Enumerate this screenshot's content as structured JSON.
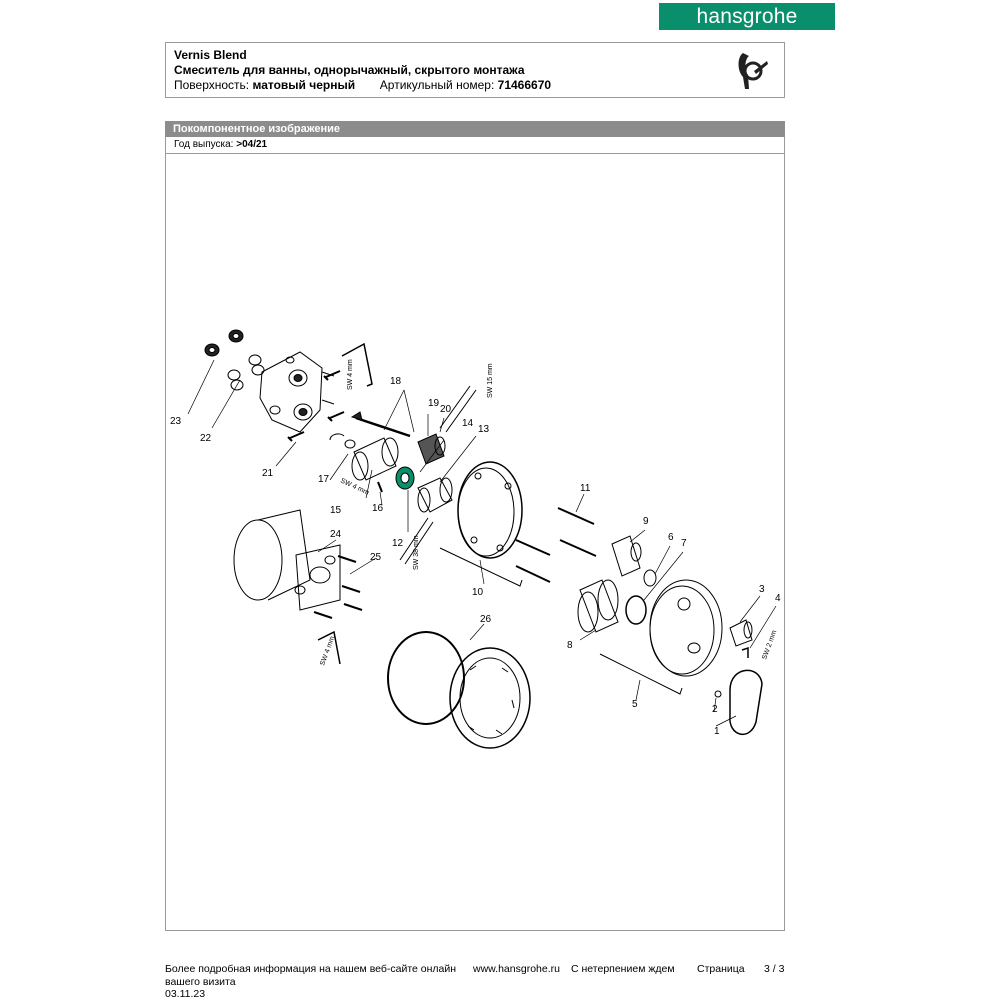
{
  "brand": {
    "logo_text": "hansgrohe"
  },
  "header": {
    "product_name": "Vernis Blend",
    "description": "Смеситель для ванны, однорычажный, скрытого монтажа",
    "surface_label": "Поверхность:",
    "surface_value": "матовый черный",
    "article_label": "Артикульный номер:",
    "article_value": "71466670"
  },
  "section": {
    "title": "Покомпонентное изображение",
    "year_label": "Год выпуска:",
    "year_value": ">04/21"
  },
  "diagram": {
    "part_labels": [
      "1",
      "2",
      "3",
      "4",
      "5",
      "6",
      "7",
      "8",
      "9",
      "10",
      "11",
      "12",
      "13",
      "14",
      "15",
      "16",
      "17",
      "18",
      "19",
      "20",
      "21",
      "22",
      "23",
      "24",
      "25",
      "26"
    ],
    "tool_labels": [
      "SW 4 mm",
      "SW 15 mm",
      "SW 4 mm",
      "SW 38 mm",
      "SW 4 mm",
      "SW 2 mm"
    ],
    "accent_color": "#0a8f6d"
  },
  "footer": {
    "info_text": "Более подробная информация на нашем веб-сайте онлайн",
    "website": "www.hansgrohe.ru",
    "slogan_line1": "С нетерпением ждем",
    "slogan_line2": "вашего визита",
    "page_label": "Страница",
    "page_value": "3 / 3",
    "date": "03.11.23"
  }
}
